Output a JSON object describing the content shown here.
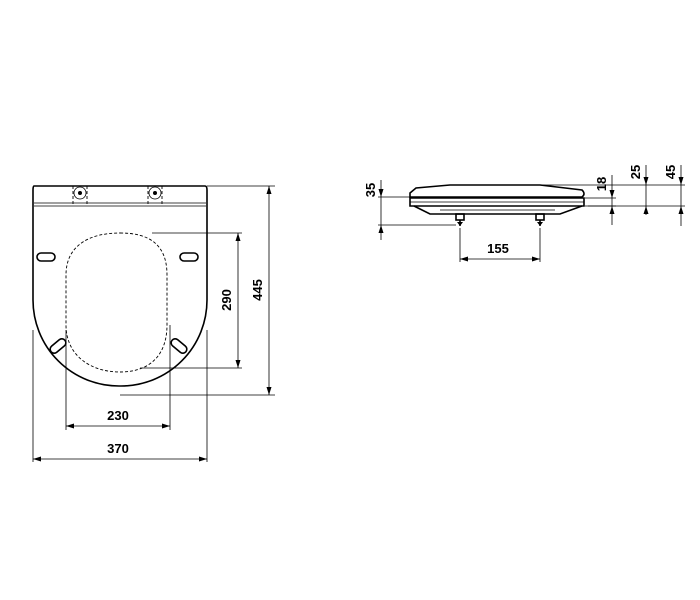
{
  "top_view": {
    "width_total": "370",
    "width_inner": "230",
    "depth_inner": "290",
    "depth_total": "445"
  },
  "side_view": {
    "height_a": "35",
    "spacing": "155",
    "height_b": "18",
    "height_c": "25",
    "height_d": "45"
  }
}
